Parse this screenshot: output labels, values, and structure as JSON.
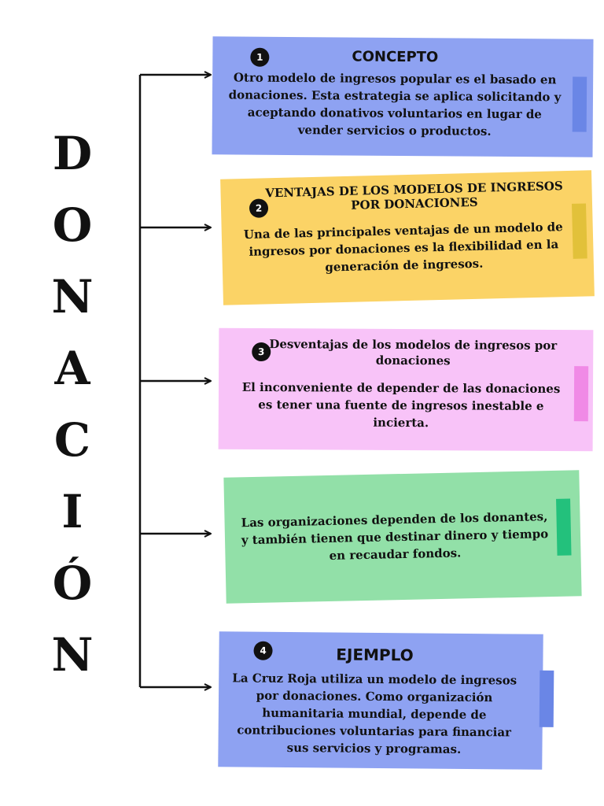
{
  "title_letters": [
    "D",
    "O",
    "N",
    "A",
    "C",
    "I",
    "Ó",
    "N"
  ],
  "cards": [
    {
      "number": "1",
      "title": "CONCEPTO",
      "body": "Otro modelo de ingresos popular es el basado en donaciones. Esta estrategia se aplica solicitando y aceptando donativos voluntarios en lugar de vender servicios o productos.",
      "color": "#8ea2f2"
    },
    {
      "number": "2",
      "title": "VENTAJAS DE LOS MODELOS DE INGRESOS POR DONACIONES",
      "body": "Una de las principales ventajas de un modelo de ingresos por donaciones es la flexibilidad en la generación de ingresos.",
      "color": "#fbd366"
    },
    {
      "number": "3",
      "title": "Desventajas de los modelos de ingresos por donaciones",
      "body": "El inconveniente de depender de las donaciones es tener una fuente de ingresos inestable e incierta.",
      "color": "#f8c3f8"
    },
    {
      "body": "Las organizaciones dependen de los donantes, y también tienen que destinar dinero y tiempo en recaudar fondos.",
      "color": "#92e0a8"
    },
    {
      "number": "4",
      "title": "EJEMPLO",
      "body": "La Cruz Roja utiliza un modelo de ingresos por donaciones. Como organización humanitaria mundial, depende de contribuciones voluntarias para financiar sus servicios y programas.",
      "color": "#8ea2f2"
    }
  ]
}
